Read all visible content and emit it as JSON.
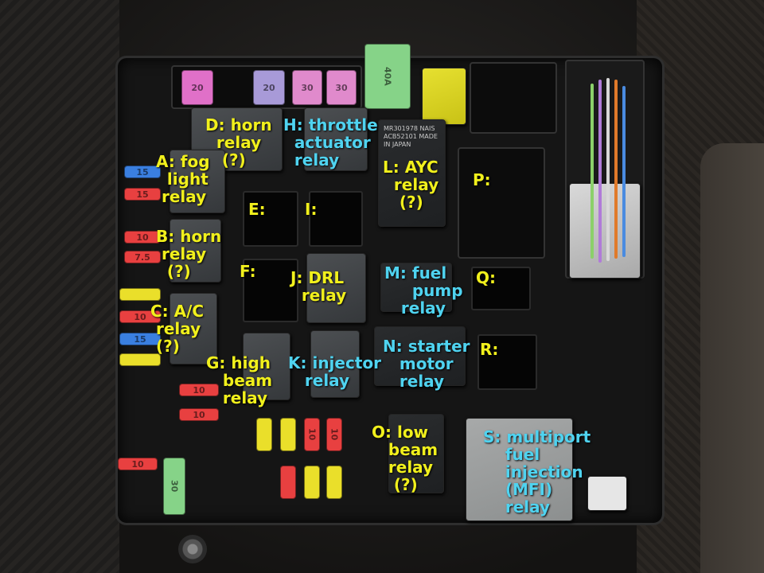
{
  "labels": {
    "d": "D: horn\n  relay\n   (?)",
    "h": "H: throttle\n  actuator\n  relay",
    "a": "A: fog\n  light\n relay",
    "l": "L: AYC\n  relay\n   (?)",
    "p": "P:",
    "e": "E:",
    "i": "I:",
    "b": "B: horn\n relay\n  (?)",
    "f": "F:",
    "j": "J: DRL\n  relay",
    "m": "M: fuel\n     pump\n   relay",
    "q": "Q:",
    "c": "C: A/C\n relay\n (?)",
    "n": "N: starter\n   motor\n   relay",
    "r": "R:",
    "g": "G: high\n   beam\n   relay",
    "k": "K: injector\n   relay",
    "o": "O: low\n   beam\n   relay\n    (?)",
    "s": "S: multiport\n    fuel\n    injection\n    (MFI)\n    relay"
  },
  "fuse_ratings": {
    "f1": "20",
    "f2": "20",
    "f3": "30",
    "f4": "30",
    "f5": "40A",
    "l1": "15",
    "l2": "15",
    "l3": "10",
    "l4": "7.5",
    "l5": "10",
    "l6": "15",
    "b1": "10",
    "b2": "10",
    "b3": "10",
    "b4": "10",
    "b5": "10",
    "b6": "30"
  },
  "relay_print": "MR301978\nNAIS\nACB52101\nMADE IN JAPAN",
  "colors": {
    "label_yellow": "#f1f01c",
    "label_cyan": "#4fd3f0"
  }
}
